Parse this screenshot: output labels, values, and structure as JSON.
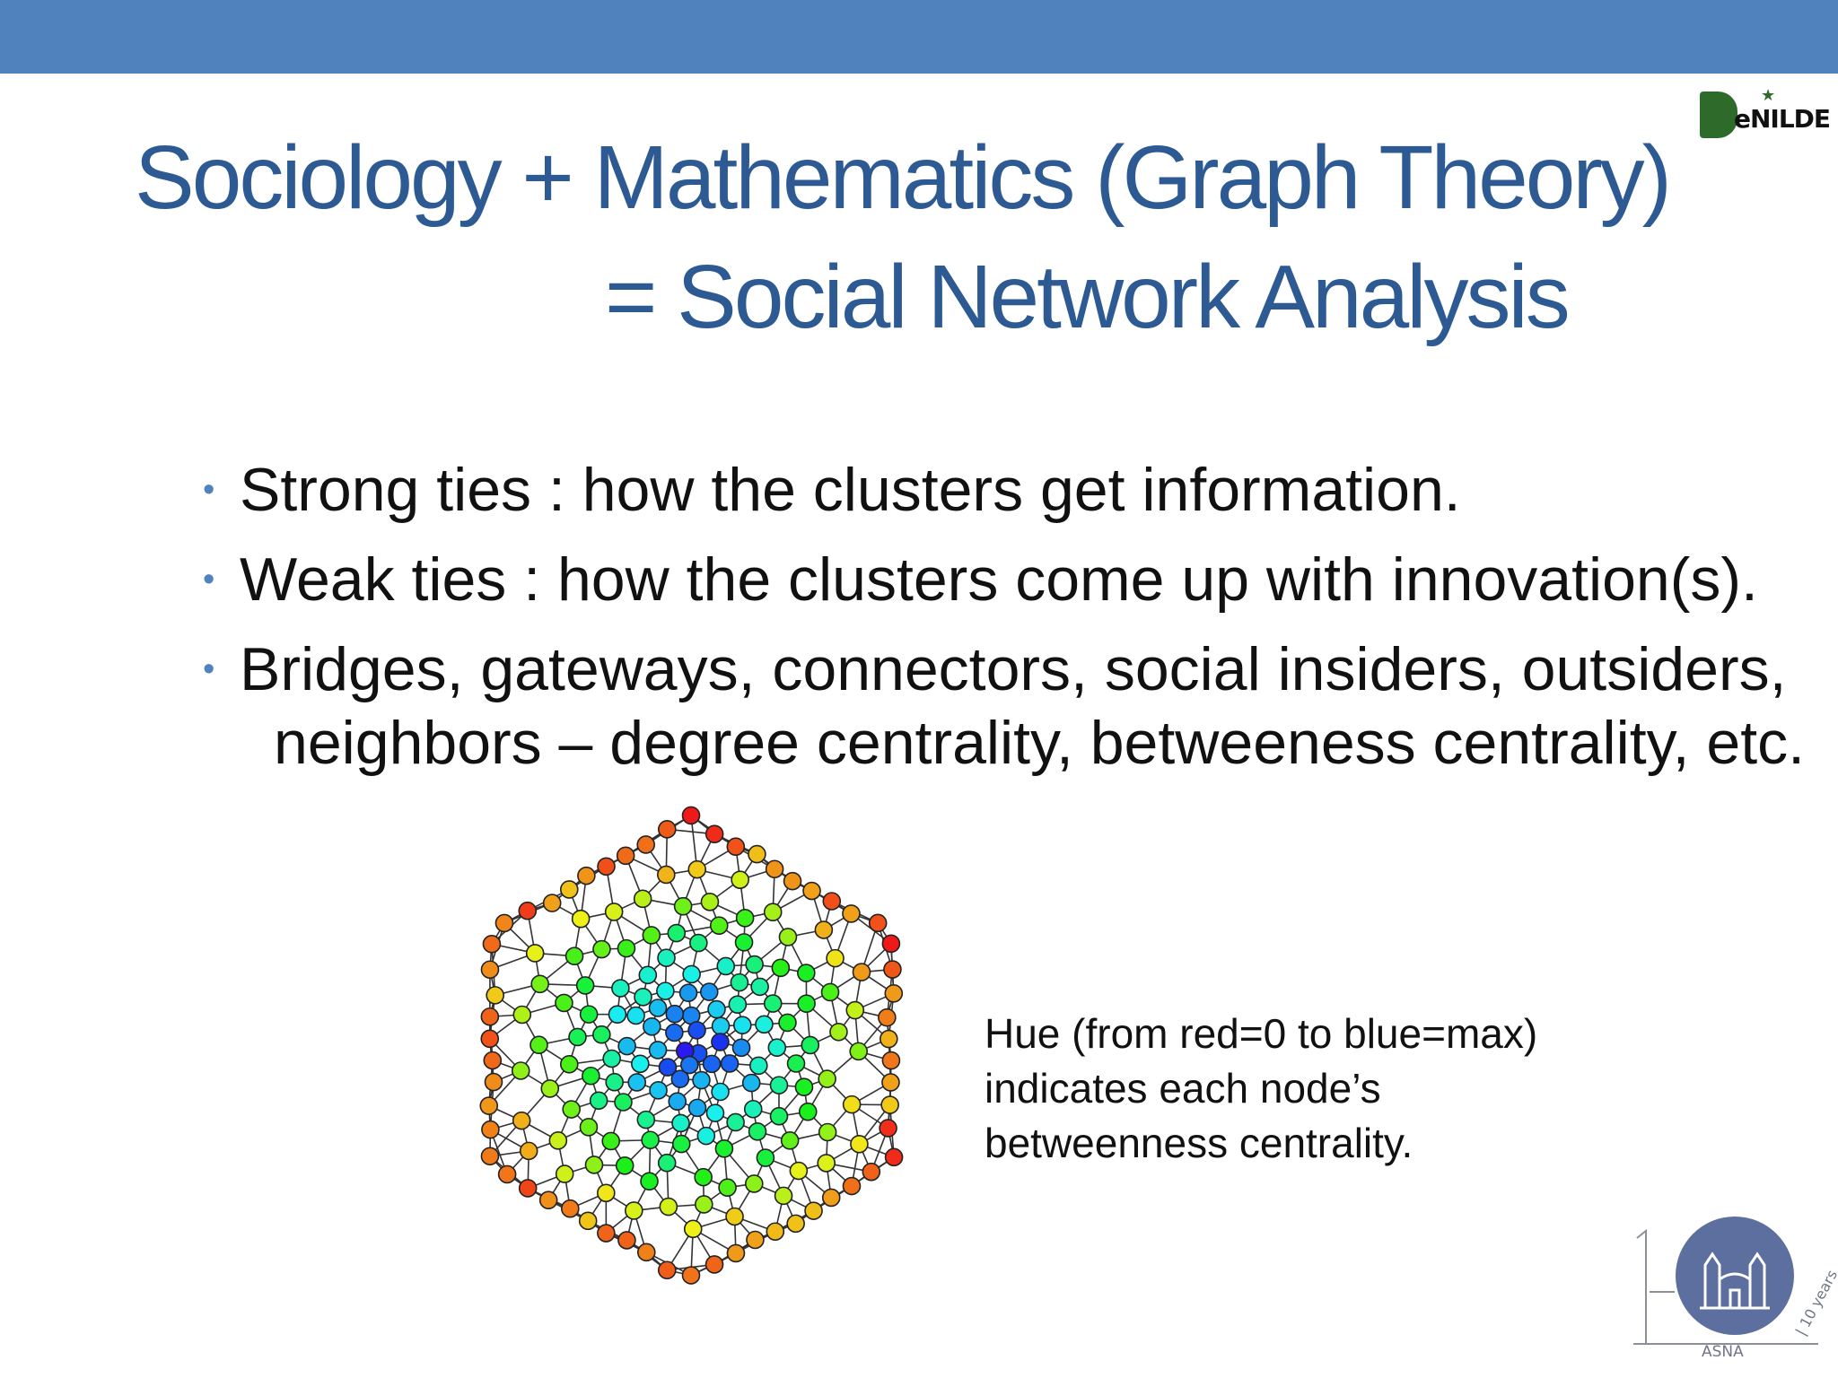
{
  "header": {
    "bar_color": "#5082bd"
  },
  "logos": {
    "enilde": {
      "text": "eNILDE"
    },
    "asna": {
      "name": "asna-10-years-logo",
      "text": "ASNA | 10 years"
    }
  },
  "title": {
    "line1": "Sociology + Mathematics (Graph Theory)",
    "line2": "= Social Network Analysis",
    "color": "#2d5a92"
  },
  "bullets": [
    {
      "lines": [
        "Strong ties : how the clusters get information."
      ]
    },
    {
      "lines": [
        "Weak ties :  how the clusters come up with innovation(s)."
      ]
    },
    {
      "lines": [
        "Bridges, gateways, connectors, social insiders, outsiders,",
        "neighbors – degree centrality, betweeness centrality, etc."
      ]
    }
  ],
  "bullet_symbol": "•",
  "caption": {
    "line1": "Hue (from red=0 to blue=max)",
    "line2": "indicates each node’s",
    "line3": "betweenness centrality."
  },
  "network_legend": {
    "hue_min_color": "red",
    "hue_max_color": "blue"
  }
}
